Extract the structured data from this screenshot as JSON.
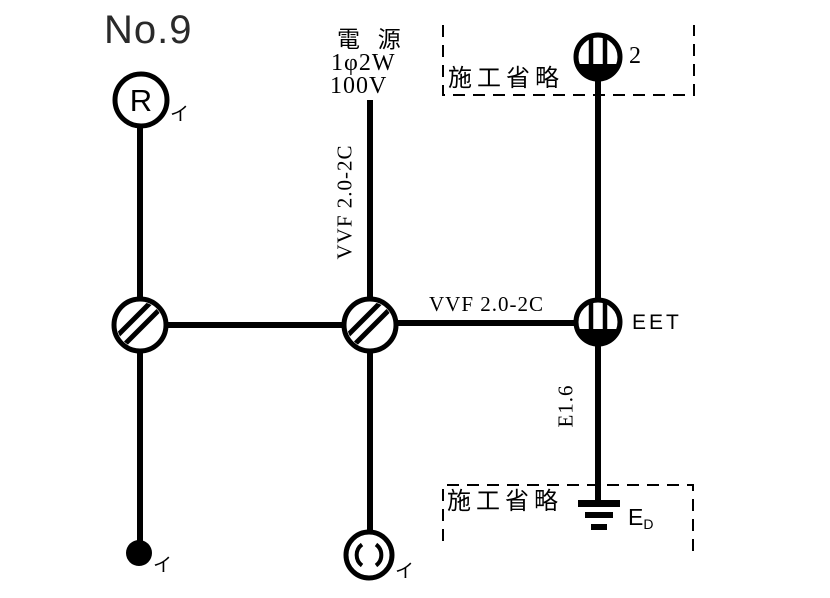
{
  "title": "No.9",
  "power": {
    "line1": "電 源",
    "line2": "1φ2W",
    "line3": "100V"
  },
  "labels": {
    "cable_feed": "VVF 2.0-2C",
    "cable_run": "VVF 2.0-2C",
    "ground_wire": "E1.6",
    "omission_top": "施工省略",
    "omission_bottom": "施工省略"
  },
  "devices": {
    "lamp_receptacle": {
      "letter": "R",
      "circuit": "イ"
    },
    "switch": {
      "circuit": "イ"
    },
    "ceiling_rosette": {
      "circuit": "イ"
    },
    "outlet_double": {
      "count": "2"
    },
    "outlet_grounded": {
      "label": "EET"
    },
    "earth": {
      "label": "E",
      "sub": "D"
    }
  },
  "colors": {
    "ink": "#000000",
    "title": "#2a2a2a",
    "background": "#ffffff"
  }
}
